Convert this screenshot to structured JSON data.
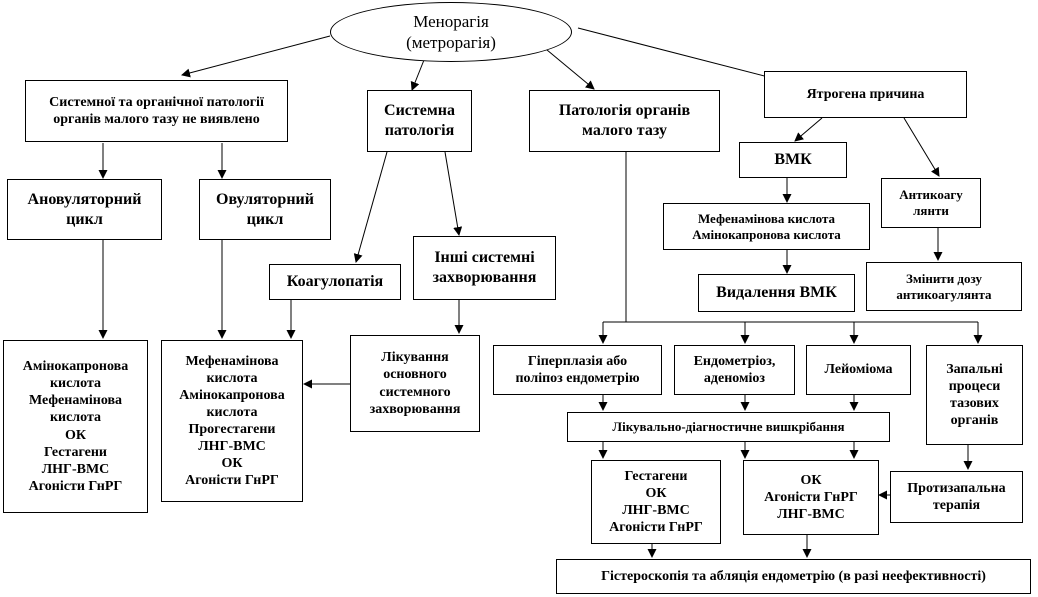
{
  "root": "Менорагія\n(метрорагія)",
  "nodes": {
    "no_pathology": "Системної та органічної патології\nорганів  малого тазу не виявлено",
    "systemic": "Системна\nпатологія",
    "pelvic": "Патологія органів\nмалого тазу",
    "iatrogenic": "Ятрогена причина",
    "anovulatory": "Ановуляторний\nцикл",
    "ovulatory": "Овуляторний\nцикл",
    "coagulopathy": "Коагулопатія",
    "other_systemic": "Інші системні\nзахворювання",
    "iud": "ВМК",
    "anticoagulants": "Антикоагу\nлянти",
    "mefenamic_amino": "Мефенамінова кислота\nАмінокапронова кислота",
    "change_dose": "Змінити дозу\nантикоагулянта",
    "remove_iud": "Видалення ВМК",
    "treat_anov": "Амінокапронова\nкислота\nМефенамінова\nкислота\nОК\nГестагени\nЛНГ-ВМС\nАгоністи ГнРГ",
    "treat_ov": "Мефенамінова\nкислота\nАмінокапронова\nкислота\nПрогестагени\nЛНГ-ВМС\nОК\nАгоністи ГнРГ",
    "treat_systemic": "Лікування\nосновного\nсистемного\nзахворювання",
    "hyperplasia": "Гіперплазія або\nполіпоз ендометрію",
    "endometriosis": "Ендометріоз,\nаденоміоз",
    "leiomyoma": "Лейоміома",
    "inflammatory": "Запальні\nпроцеси\nтазових\nорганів",
    "curettage": "Лікувально-діагностичне вишкрібання",
    "gestagens_box": "Гестагени\nОК\nЛНГ-ВМС\nАгоністи ГнРГ",
    "ok_box": "ОК\nАгоністи ГнРГ\nЛНГ-ВМС",
    "anti_inflammatory": "Протизапальна\nтерапія",
    "hysteroscopy": "Гістероскопія та абляція ендометрію (в разі неефективності)"
  }
}
